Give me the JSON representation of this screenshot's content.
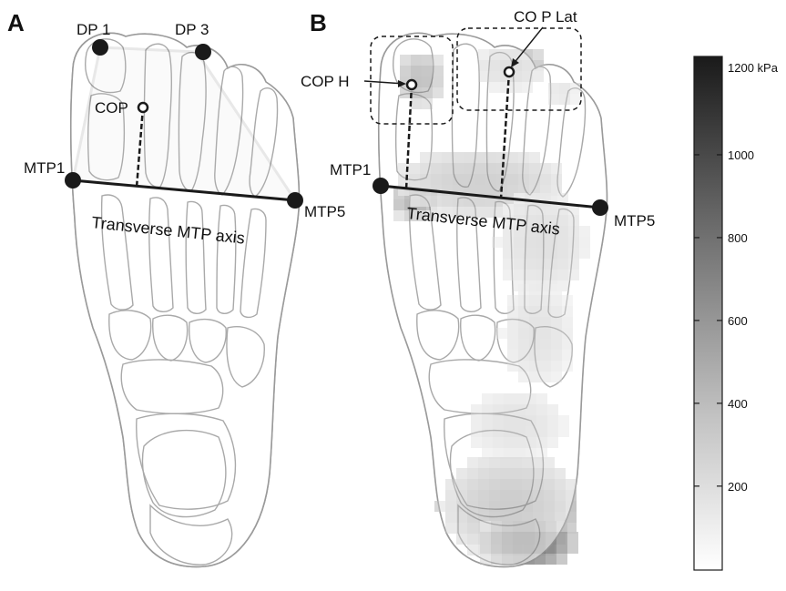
{
  "panel_a": {
    "label": "A",
    "points": {
      "dp1": "DP 1",
      "dp3": "DP 3",
      "cop": "COP",
      "mtp1": "MTP1",
      "mtp5": "MTP5"
    },
    "axis_label": "Transverse MTP axis"
  },
  "panel_b": {
    "label": "B",
    "points": {
      "cop_h": "COP H",
      "cop_lat": "CO P  Lat",
      "mtp1": "MTP1",
      "mtp5": "MTP5"
    },
    "axis_label": "Transverse MTP axis"
  },
  "colorbar": {
    "unit_label": "1200 kPa",
    "ticks": [
      "1000",
      "800",
      "600",
      "400",
      "200"
    ],
    "range_kpa": [
      0,
      1200
    ],
    "color_low": "#ffffff",
    "color_high": "#1a1a1a"
  },
  "colors": {
    "region_fill": "#c9c9c9",
    "marker": "#1a1a1a",
    "bone_stroke": "#a9a9a9"
  }
}
